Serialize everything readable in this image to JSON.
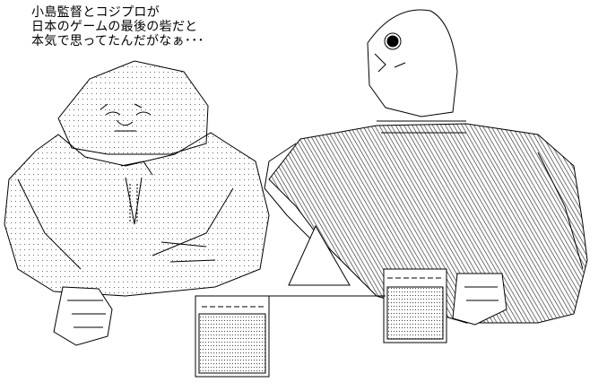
{
  "caption": {
    "line1": "小島監督とコジプロが",
    "line2": "日本のゲームの最後の砦だと",
    "line3": "本気で思ってたんだがなぁ･･･"
  },
  "colors": {
    "background": "#ffffff",
    "ink": "#000000",
    "dot_fill": "#666666",
    "hatch": "#1a1a1a"
  },
  "art": {
    "style": "shift-jis-ascii-art",
    "left_figure": "bald-man-sitting",
    "right_figure": "man-in-striped-sweater",
    "props": [
      "mug-left",
      "mug-right",
      "table-block"
    ]
  }
}
